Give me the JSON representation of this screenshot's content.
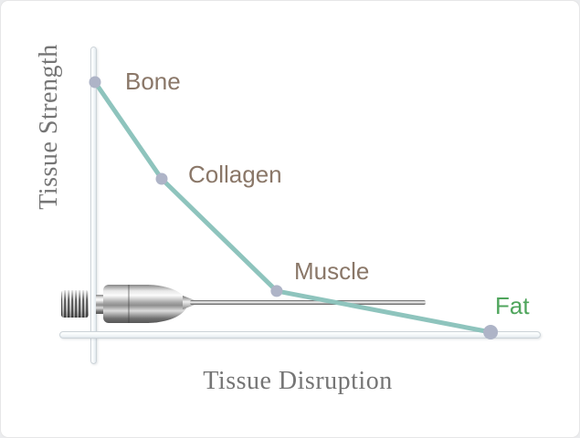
{
  "chart_data": {
    "type": "line",
    "title": "",
    "xlabel": "Tissue Disruption",
    "ylabel": "Tissue Strength",
    "grid": false,
    "legend_position": "none",
    "axis_note": "qualitative axes without numeric tick labels; values below are normalized 0-100 estimates read from the plot",
    "xlim": [
      0,
      100
    ],
    "ylim": [
      0,
      100
    ],
    "line_color": "#8ec4bd",
    "marker_color": "#aeb4c7",
    "axis_label_color": "#757575",
    "series": [
      {
        "name": "tissue-strength-vs-disruption",
        "points": [
          {
            "label": "Bone",
            "x": 0.4,
            "y": 87.1,
            "label_color": "#8a7768"
          },
          {
            "label": "Collagen",
            "x": 15.3,
            "y": 53.7,
            "label_color": "#8a7768"
          },
          {
            "label": "Muscle",
            "x": 41.0,
            "y": 15.0,
            "label_color": "#8a7768"
          },
          {
            "label": "Fat",
            "x": 88.8,
            "y": 0.8,
            "label_color": "#4fa55c"
          }
        ]
      }
    ]
  },
  "overlay": {
    "instrument_image": "microcannula-needle"
  }
}
